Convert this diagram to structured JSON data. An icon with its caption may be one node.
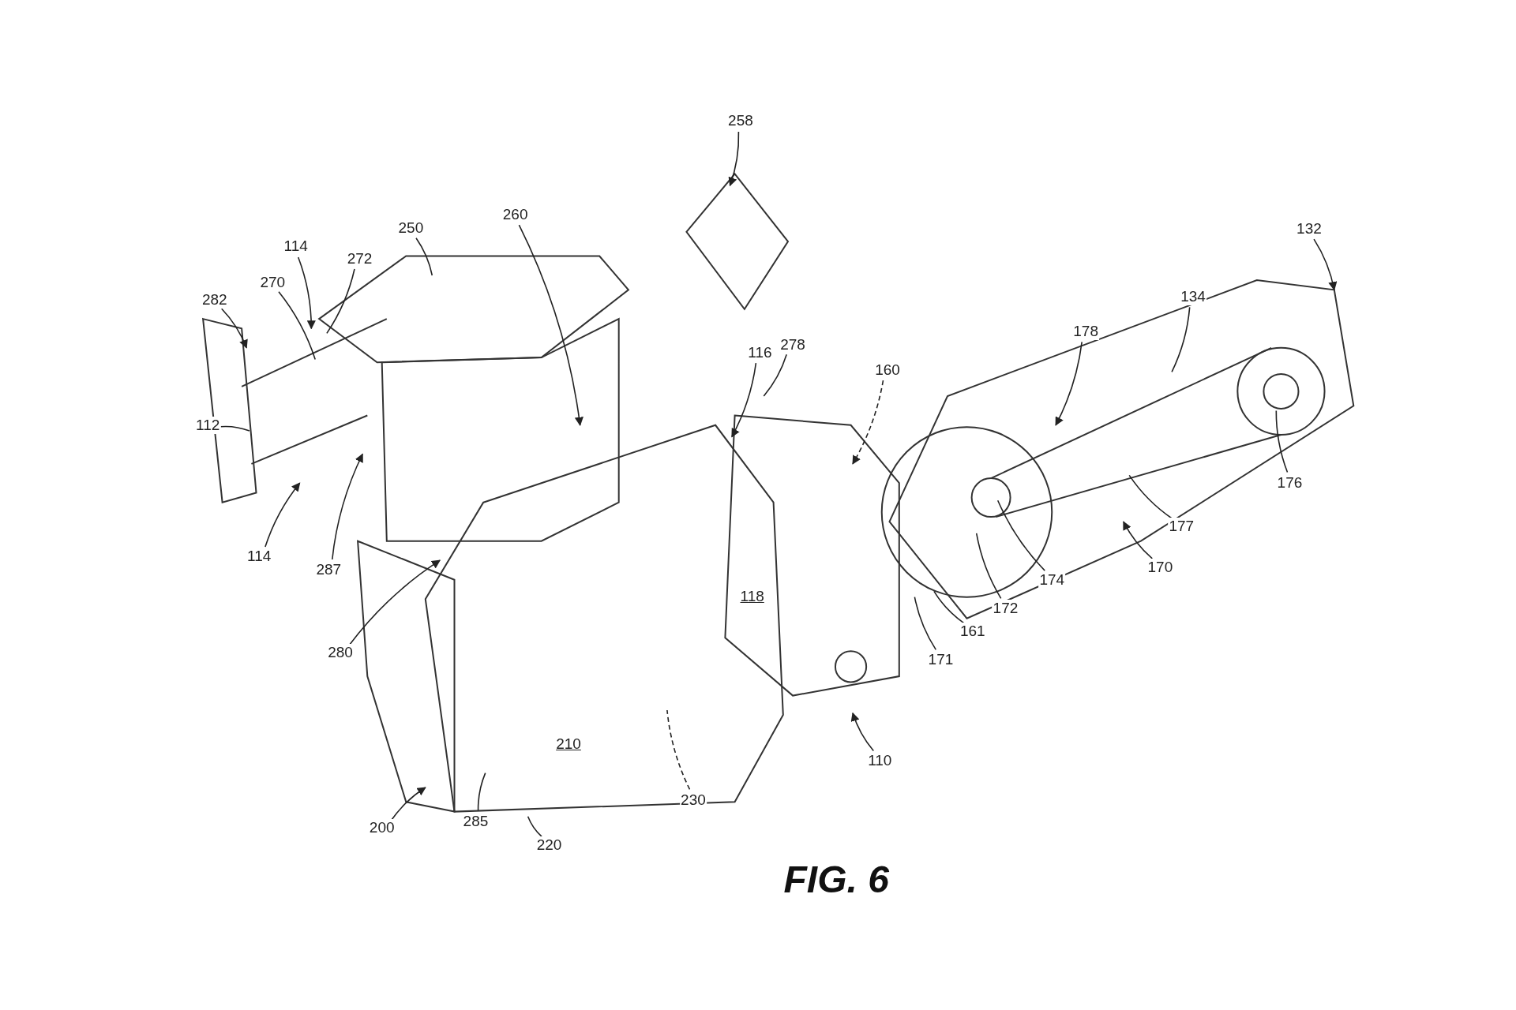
{
  "diagram": {
    "caption": "FIG. 6",
    "nodes": [
      {
        "text": [
          "258"
        ]
      },
      {
        "text": [
          "250"
        ]
      },
      {
        "text": [
          "260"
        ]
      },
      {
        "text": [
          "114"
        ]
      },
      {
        "text": [
          "272"
        ]
      },
      {
        "text": [
          "270"
        ]
      },
      {
        "text": [
          "282"
        ]
      },
      {
        "text": [
          "112"
        ]
      },
      {
        "text": [
          "114"
        ]
      },
      {
        "text": [
          "287"
        ]
      },
      {
        "text": [
          "280"
        ]
      },
      {
        "text": [
          "200"
        ]
      },
      {
        "text": [
          "285"
        ]
      },
      {
        "text": [
          "220"
        ]
      },
      {
        "text": [
          "230"
        ]
      },
      {
        "text": [
          "110"
        ]
      },
      {
        "text": [
          "116"
        ]
      },
      {
        "text": [
          "278"
        ]
      },
      {
        "text": [
          "160"
        ]
      },
      {
        "text": [
          "178"
        ]
      },
      {
        "text": [
          "134"
        ]
      },
      {
        "text": [
          "132"
        ]
      },
      {
        "text": [
          "176"
        ]
      },
      {
        "text": [
          "177"
        ]
      },
      {
        "text": [
          "170"
        ]
      },
      {
        "text": [
          "174"
        ]
      },
      {
        "text": [
          "172"
        ]
      },
      {
        "text": [
          "161"
        ]
      },
      {
        "text": [
          "171"
        ]
      }
    ],
    "edges": [
      {
        "from": 0,
        "to": null,
        "arrow": "to"
      },
      {
        "from": 1,
        "to": null,
        "arrow": "none"
      },
      {
        "from": 2,
        "to": null,
        "arrow": "to"
      },
      {
        "from": 3,
        "to": null,
        "arrow": "to"
      },
      {
        "from": 4,
        "to": null,
        "arrow": "none"
      },
      {
        "from": 5,
        "to": null,
        "arrow": "none"
      },
      {
        "from": 6,
        "to": null,
        "arrow": "to"
      },
      {
        "from": 7,
        "to": null,
        "arrow": "none"
      },
      {
        "from": 8,
        "to": null,
        "arrow": "to"
      },
      {
        "from": 9,
        "to": null,
        "arrow": "to"
      },
      {
        "from": 10,
        "to": null,
        "arrow": "to"
      },
      {
        "from": 11,
        "to": null,
        "arrow": "to"
      },
      {
        "from": 12,
        "to": null,
        "arrow": "none"
      },
      {
        "from": 13,
        "to": null,
        "arrow": "none"
      },
      {
        "from": 14,
        "to": null,
        "arrow": "none",
        "style": "dashed"
      },
      {
        "from": 15,
        "to": null,
        "arrow": "to"
      },
      {
        "from": 16,
        "to": null,
        "arrow": "to"
      },
      {
        "from": 17,
        "to": null,
        "arrow": "none"
      },
      {
        "from": 18,
        "to": null,
        "arrow": "to",
        "style": "dashed"
      },
      {
        "from": 19,
        "to": null,
        "arrow": "to"
      },
      {
        "from": 20,
        "to": null,
        "arrow": "none"
      },
      {
        "from": 21,
        "to": null,
        "arrow": "to"
      },
      {
        "from": 22,
        "to": null,
        "arrow": "none"
      },
      {
        "from": 23,
        "to": null,
        "arrow": "none"
      },
      {
        "from": 24,
        "to": null,
        "arrow": "to"
      },
      {
        "from": 25,
        "to": null,
        "arrow": "none"
      },
      {
        "from": 26,
        "to": null,
        "arrow": "none"
      },
      {
        "from": 27,
        "to": null,
        "arrow": "none"
      },
      {
        "from": 28,
        "to": null,
        "arrow": "none"
      }
    ],
    "labels": [
      "210",
      "118"
    ]
  }
}
